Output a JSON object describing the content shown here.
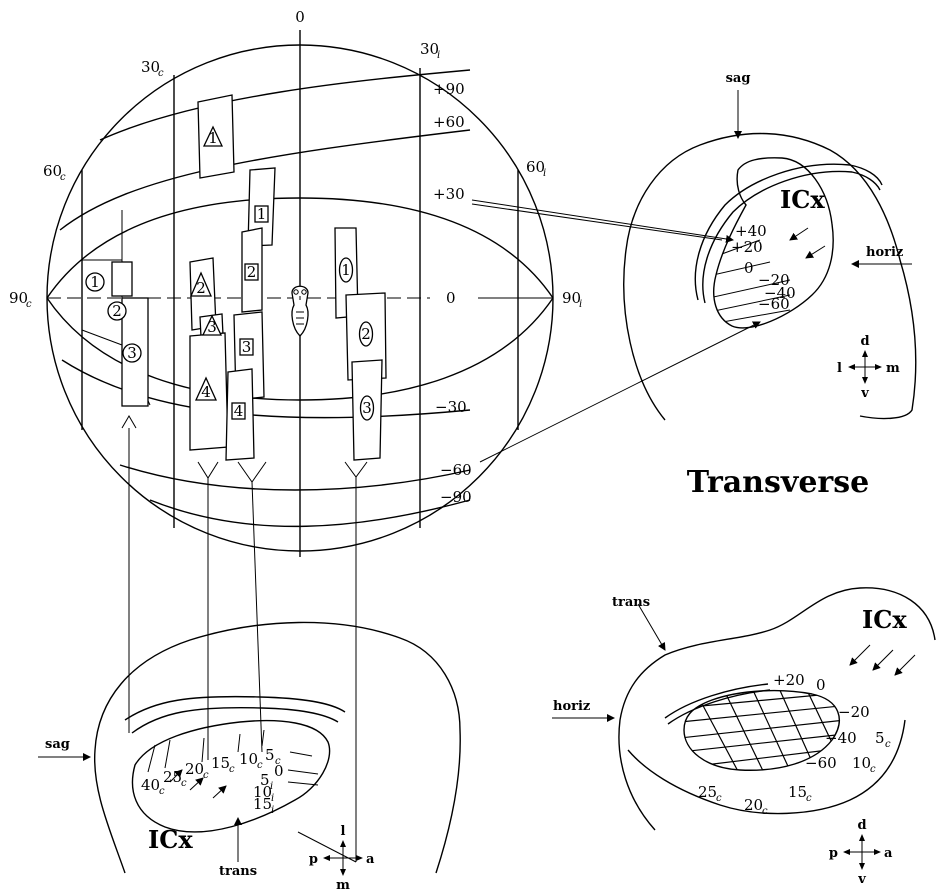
{
  "sphere": {
    "azimuth_labels": {
      "top": "0",
      "left_30": "30",
      "left_30_sub": "c",
      "left_60": "60",
      "left_60_sub": "c",
      "left_90": "90",
      "left_90_sub": "c",
      "right_30": "30",
      "right_30_sub": "i",
      "right_60": "60",
      "right_60_sub": "i",
      "right_90": "90",
      "right_90_sub": "i"
    },
    "elevation_labels": [
      "+90",
      "+60",
      "+30",
      "0",
      "−30",
      "−60",
      "−90"
    ],
    "markers": {
      "triangles": [
        "1",
        "2",
        "3",
        "4"
      ],
      "squares": [
        "1",
        "2",
        "3",
        "4"
      ],
      "circles_left": [
        "1",
        "2",
        "3"
      ],
      "ellipses_right": [
        "1",
        "2",
        "3"
      ]
    }
  },
  "transverse": {
    "title": "Transverse",
    "region": "ICx",
    "sag": "sag",
    "horiz": "horiz",
    "levels": [
      "+40",
      "+20",
      "0",
      "−20",
      "−40",
      "−60"
    ],
    "compass": {
      "d": "d",
      "v": "v",
      "l": "l",
      "m": "m"
    }
  },
  "sagittal": {
    "region": "ICx",
    "sag": "sag",
    "trans": "trans",
    "azimuths": [
      {
        "n": "40",
        "s": "c"
      },
      {
        "n": "25",
        "s": "c"
      },
      {
        "n": "20",
        "s": "c"
      },
      {
        "n": "15",
        "s": "c"
      },
      {
        "n": "10",
        "s": "c"
      },
      {
        "n": "5",
        "s": "c"
      },
      {
        "n": "0",
        "s": ""
      },
      {
        "n": "5",
        "s": "i"
      },
      {
        "n": "10",
        "s": "i"
      },
      {
        "n": "15",
        "s": "i"
      }
    ],
    "compass": {
      "l": "l",
      "m": "m",
      "p": "p",
      "a": "a"
    }
  },
  "horizontal": {
    "region": "ICx",
    "trans": "trans",
    "horiz": "horiz",
    "levels": [
      "+20",
      "0",
      "−20",
      "−40",
      "−60"
    ],
    "azimuths": [
      {
        "n": "5",
        "s": "c"
      },
      {
        "n": "10",
        "s": "c"
      },
      {
        "n": "15",
        "s": "c"
      },
      {
        "n": "20",
        "s": "c"
      },
      {
        "n": "25",
        "s": "c"
      }
    ],
    "compass": {
      "d": "d",
      "v": "v",
      "p": "p",
      "a": "a"
    }
  }
}
